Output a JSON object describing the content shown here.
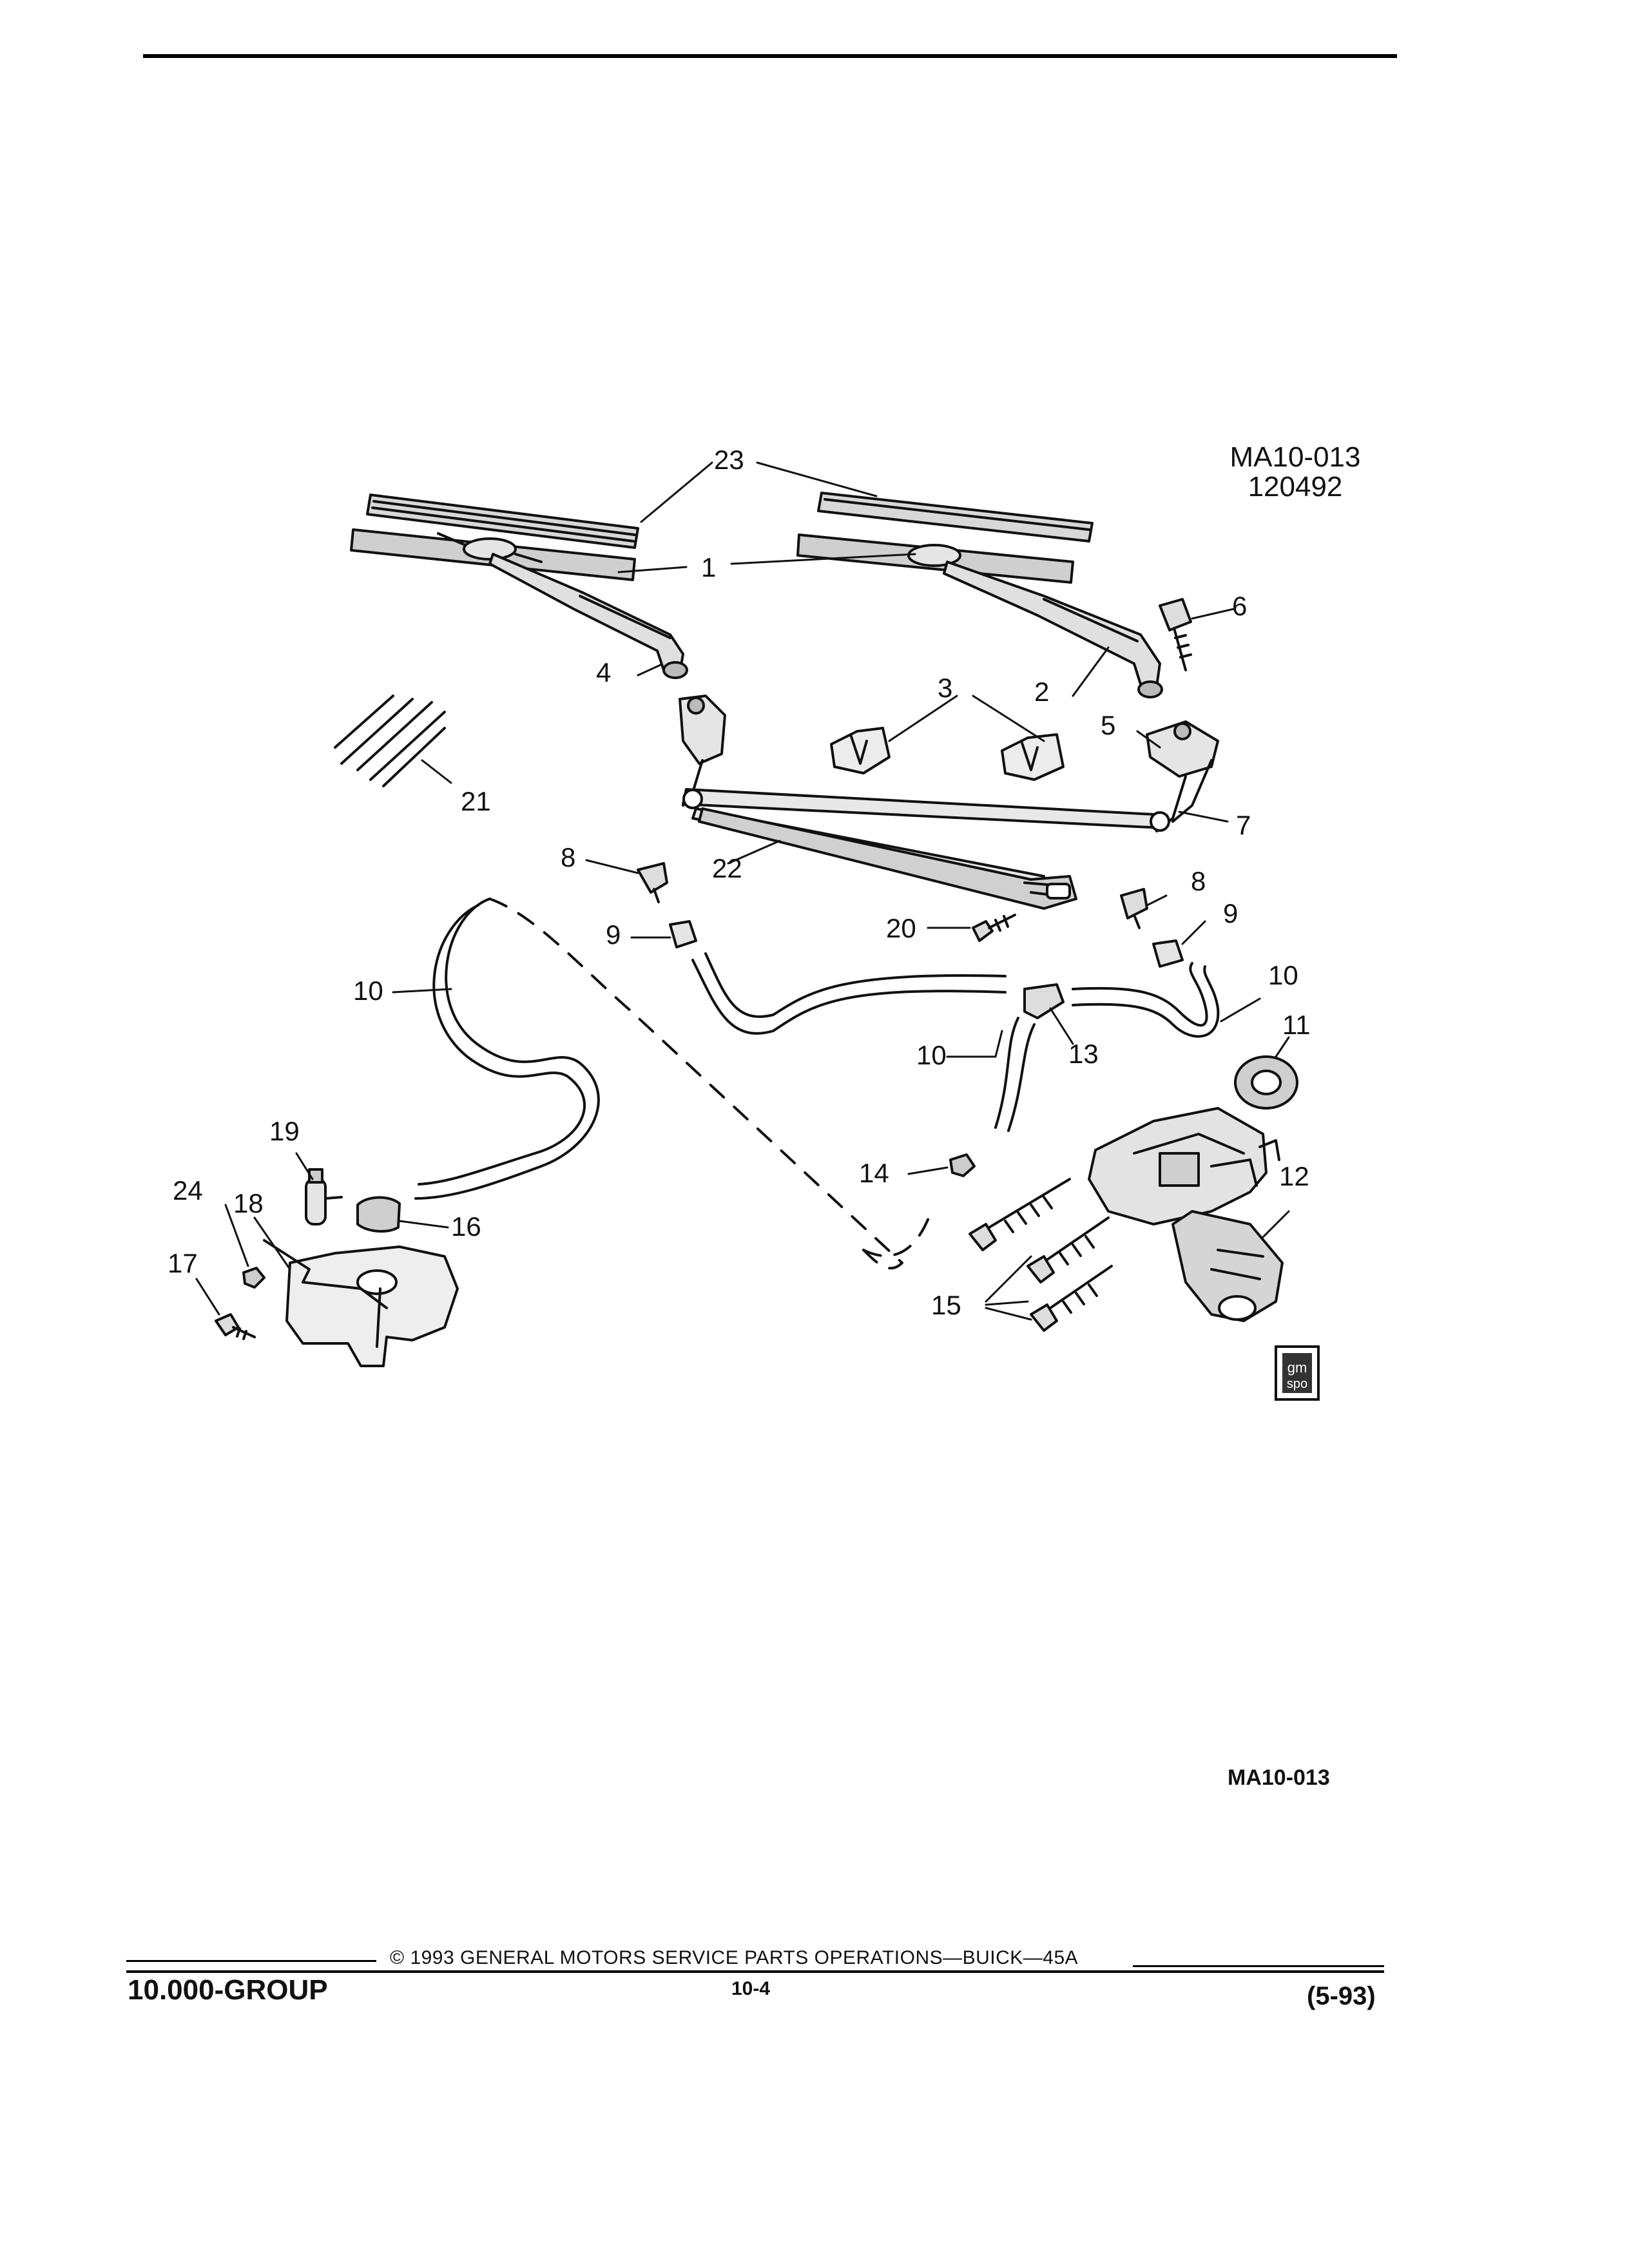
{
  "figure": {
    "code": "MA10-013",
    "date": "120492",
    "bottom_code": "MA10-013",
    "badge_top": "gm",
    "badge_bottom": "spo"
  },
  "callouts": {
    "c1": "1",
    "c2": "2",
    "c3": "3",
    "c4": "4",
    "c5": "5",
    "c6": "6",
    "c7": "7",
    "c8a": "8",
    "c8b": "8",
    "c9a": "9",
    "c9b": "9",
    "c10a": "10",
    "c10b": "10",
    "c10c": "10",
    "c11": "11",
    "c12": "12",
    "c13": "13",
    "c14": "14",
    "c15": "15",
    "c16": "16",
    "c17": "17",
    "c18": "18",
    "c19": "19",
    "c20": "20",
    "c21": "21",
    "c22": "22",
    "c23": "23",
    "c24": "24"
  },
  "footer": {
    "group": "10.000-GROUP",
    "copyright": "© 1993 GENERAL MOTORS SERVICE PARTS OPERATIONS—BUICK—45A",
    "page": "10-4",
    "revision": "(5-93)"
  }
}
